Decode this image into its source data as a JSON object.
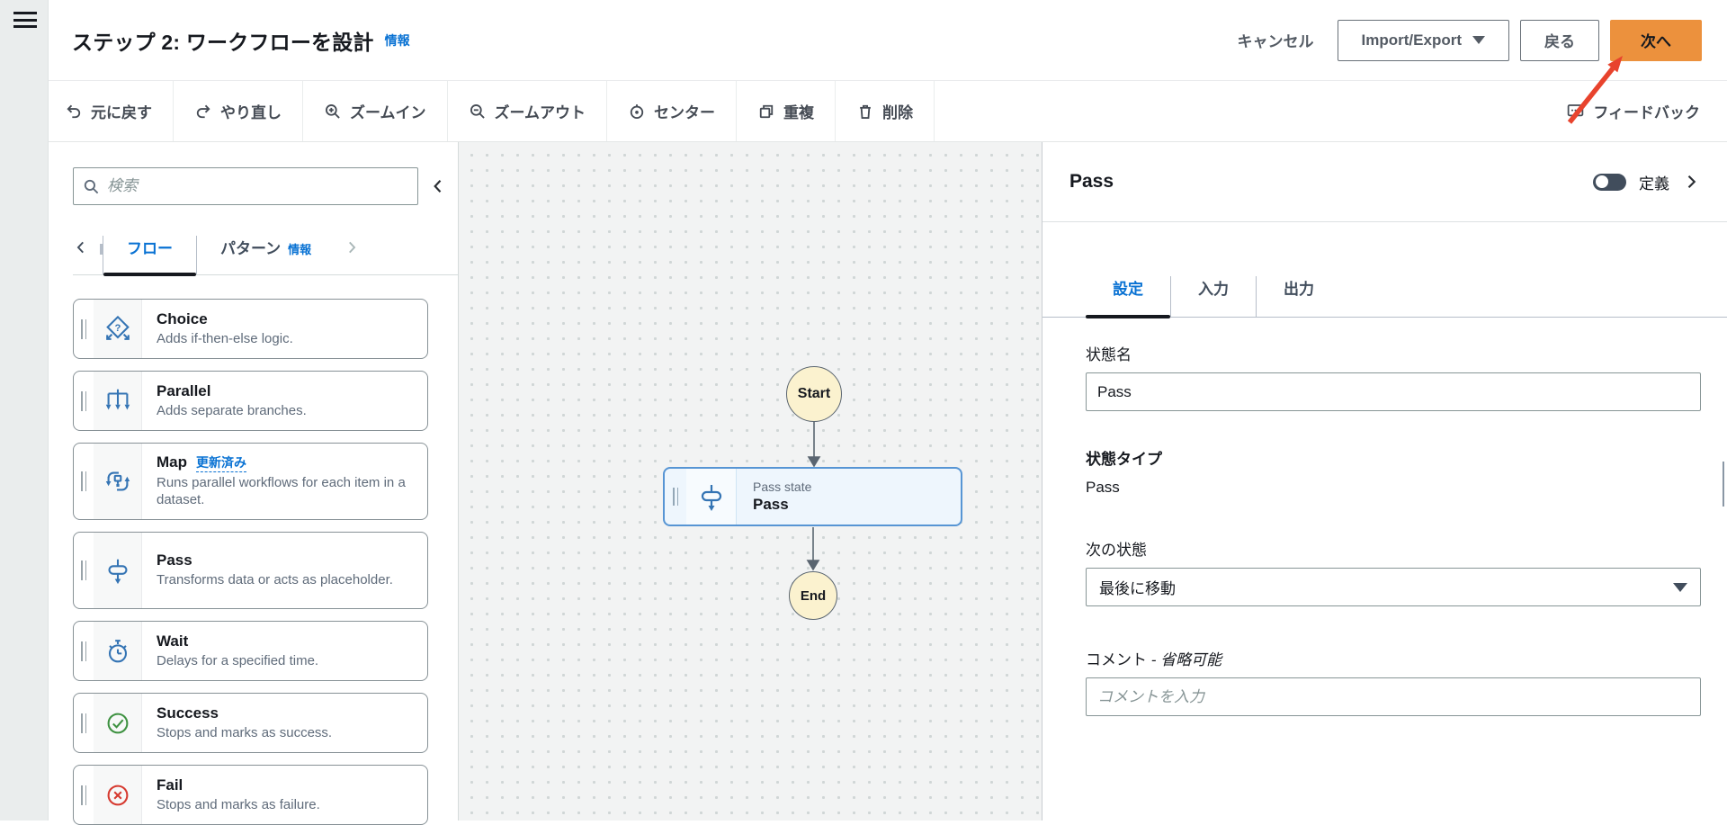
{
  "header": {
    "title": "ステップ 2: ワークフローを設計",
    "info_label": "情報",
    "cancel_label": "キャンセル",
    "import_export_label": "Import/Export",
    "back_label": "戻る",
    "next_label": "次へ"
  },
  "toolbar": {
    "undo": "元に戻す",
    "redo": "やり直し",
    "zoom_in": "ズームイン",
    "zoom_out": "ズームアウト",
    "center": "センター",
    "duplicate": "重複",
    "delete": "削除",
    "feedback": "フィードバック"
  },
  "sidebar": {
    "search_placeholder": "検索",
    "tabs": {
      "flow": "フロー",
      "pattern": "パターン",
      "pattern_info": "情報"
    },
    "items": [
      {
        "name": "Choice",
        "desc": "Adds if-then-else logic.",
        "icon": "choice-icon"
      },
      {
        "name": "Parallel",
        "desc": "Adds separate branches.",
        "icon": "parallel-icon"
      },
      {
        "name": "Map",
        "badge": "更新済み",
        "desc": "Runs parallel workflows for each item in a dataset.",
        "icon": "map-icon"
      },
      {
        "name": "Pass",
        "desc": "Transforms data or acts as placeholder.",
        "icon": "pass-icon"
      },
      {
        "name": "Wait",
        "desc": "Delays for a specified time.",
        "icon": "wait-icon"
      },
      {
        "name": "Success",
        "desc": "Stops and marks as success.",
        "icon": "success-icon"
      },
      {
        "name": "Fail",
        "desc": "Stops and marks as failure.",
        "icon": "fail-icon"
      }
    ]
  },
  "canvas": {
    "start_label": "Start",
    "end_label": "End",
    "selected_node": {
      "type_label": "Pass state",
      "name": "Pass"
    }
  },
  "panel": {
    "title": "Pass",
    "definition_toggle_label": "定義",
    "tabs": [
      "設定",
      "入力",
      "出力"
    ],
    "form": {
      "state_name_label": "状態名",
      "state_name_value": "Pass",
      "state_type_label": "状態タイプ",
      "state_type_value": "Pass",
      "next_state_label": "次の状態",
      "next_state_value": "最後に移動",
      "comment_label": "コメント",
      "comment_optional_suffix": " - 省略可能",
      "comment_placeholder": "コメントを入力"
    }
  },
  "colors": {
    "accent_blue": "#0972d3",
    "primary_button_orange": "#ec913d",
    "flow_icon_blue": "#3474b4",
    "success_green": "#3d9140",
    "fail_red": "#d6392f",
    "annotation_red": "#e8432d",
    "canvas_bg": "#f2f3f3",
    "start_node_fill": "#fbf2cf",
    "selected_card_border": "#5795d4"
  }
}
